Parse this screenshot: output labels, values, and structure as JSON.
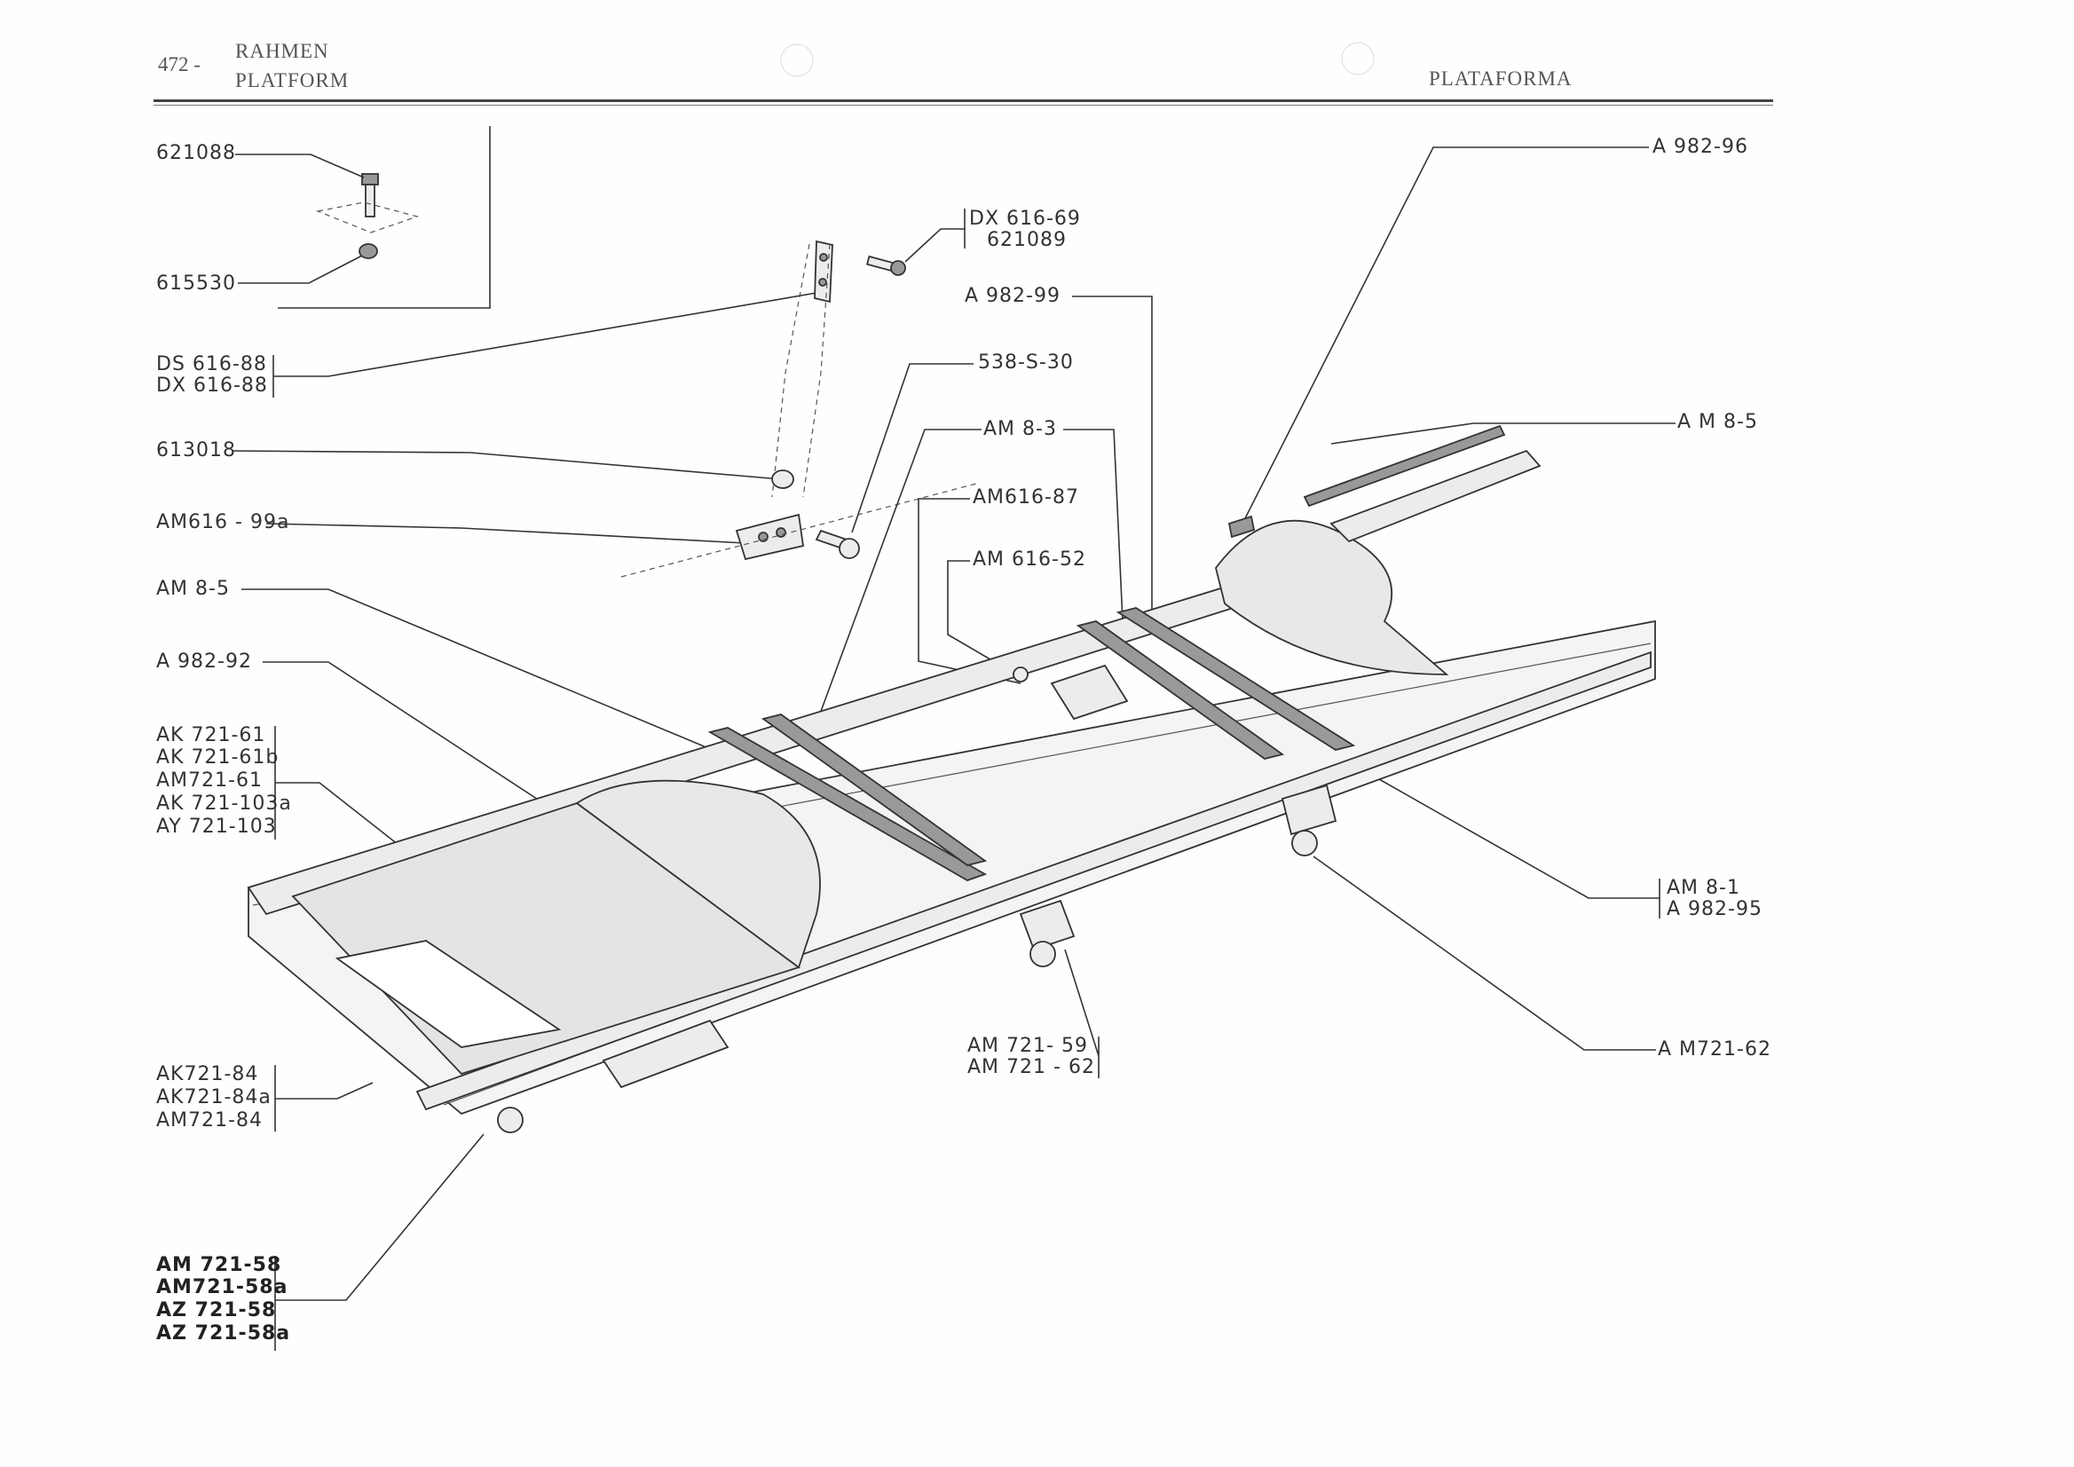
{
  "header": {
    "page_number": "472 -",
    "title_de": "RAHMEN",
    "title_en": "PLATFORM",
    "title_es": "PLATAFORMA"
  },
  "callouts": {
    "c621088": "621088",
    "c615530": "615530",
    "ds61688": "DS 616-88",
    "dx61688": "DX 616-88",
    "c613018": "613018",
    "am61699a": "AM616 - 99a",
    "am85_left": "AM 8-5",
    "a98292": "A 982-92",
    "ak72161": "AK 721-61",
    "ak72161b": "AK 721-61b",
    "am72161": "AM721-61",
    "ak721103a": "AK 721-103a",
    "ay721103": "AY 721-103",
    "ak72184": "AK721-84",
    "ak72184a": "AK721-84a",
    "am72184": "AM721-84",
    "am72158": "AM 721-58",
    "am72158a": "AM721-58a",
    "az72158": "AZ 721-58",
    "az72158a": "AZ 721-58a",
    "dx61669": "DX 616-69",
    "c621089": "621089",
    "a98299": "A 982-99",
    "s53830": "538-S-30",
    "am83": "AM 8-3",
    "am61687": "AM616-87",
    "am61652": "AM 616-52",
    "a98296": "A 982-96",
    "am85_right": "A M 8-5",
    "am81": "AM 8-1",
    "a98295": "A 982-95",
    "am72162_right": "A M721-62",
    "am72159": "AM 721- 59",
    "am72162": "AM 721 - 62"
  }
}
